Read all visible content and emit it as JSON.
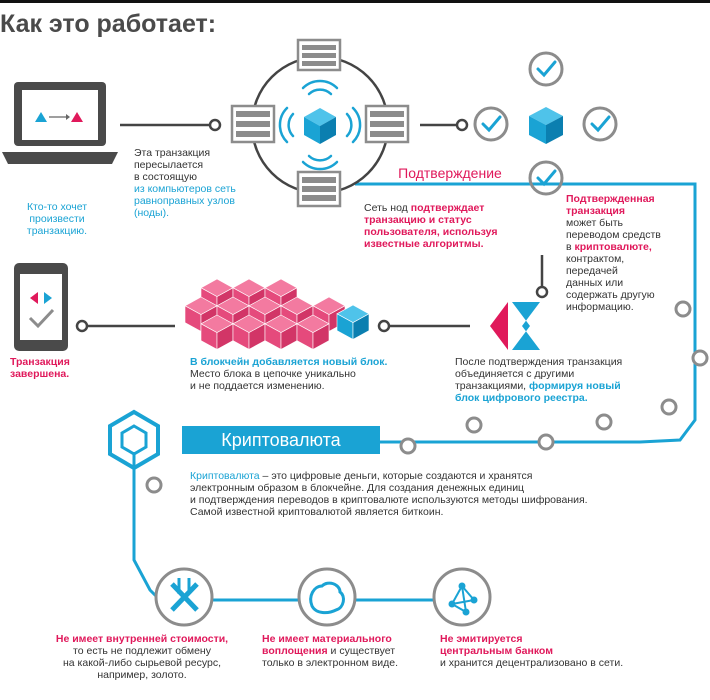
{
  "title": "Как это работает:",
  "step1": {
    "caption_line1": "Кто-то хочет",
    "caption_line2": "произвести",
    "caption_line3": "транзакцию."
  },
  "step2": {
    "line1": "Эта транзакция",
    "line2": "пересылается",
    "line3": "в состоящую",
    "highlight1": "из компьютеров сеть",
    "highlight2": "равноправных узлов",
    "highlight3": "(ноды)."
  },
  "confirmation": {
    "label": "Подтверждение",
    "p1": "Сеть нод",
    "h1": "подтверждает",
    "h2": "транзакцию и статус",
    "h3": "пользователя, используя",
    "h4": "известные алгоритмы."
  },
  "confirmed": {
    "h1": "Подтвержденная",
    "h2": "транзакция",
    "l1": "может быть",
    "l2": "переводом средств",
    "l3pre": "в",
    "l3hl": "криптовалюте,",
    "l4": "контрактом,",
    "l5": "передачей",
    "l6": "данных или",
    "l7": "содержать другую",
    "l8": "информацию."
  },
  "combined": {
    "l1": "После подтверждения транзакция",
    "l2": "объединяется с другими",
    "l3": "транзакциями,",
    "h1": "формируя новый",
    "h2": "блок цифрового реестра."
  },
  "blockchain": {
    "h1": "В блокчейн добавляется новый блок.",
    "l2": "Место блока в цепочке уникально",
    "l3": "и не поддается изменению."
  },
  "completed": {
    "l1": "Транзакция",
    "l2": "завершена."
  },
  "crypto": {
    "banner": "Криптовалюта",
    "hl": "Криптовалюта",
    "l1rest": " – это цифровые деньги, которые создаются и хранятся",
    "l2": "электронным образом в блокчейне. Для создания денежных единиц",
    "l3": "и подтверждения переводов в криптовалюте используются методы шифрования.",
    "l4": "Самой известной криптовалютой является биткоин."
  },
  "feature1": {
    "h": "Не имеет внутренней стоимости,",
    "l1": "то есть не подлежит обмену",
    "l2": "на какой-либо сырьевой ресурс,",
    "l3": "например, золото."
  },
  "feature2": {
    "h1": "Не имеет материального",
    "h2pre": "воплощения",
    "l1rest": " и существует",
    "l2": "только в электронном виде."
  },
  "feature3": {
    "h1": "Не эмитируется",
    "h2": "центральным банком",
    "l1": "и хранится децентрализовано в сети."
  },
  "colors": {
    "cyan": "#1aa3d4",
    "magenta": "#e0195b",
    "gray": "#4a4a4a",
    "node_gray": "#8c8c8c"
  }
}
